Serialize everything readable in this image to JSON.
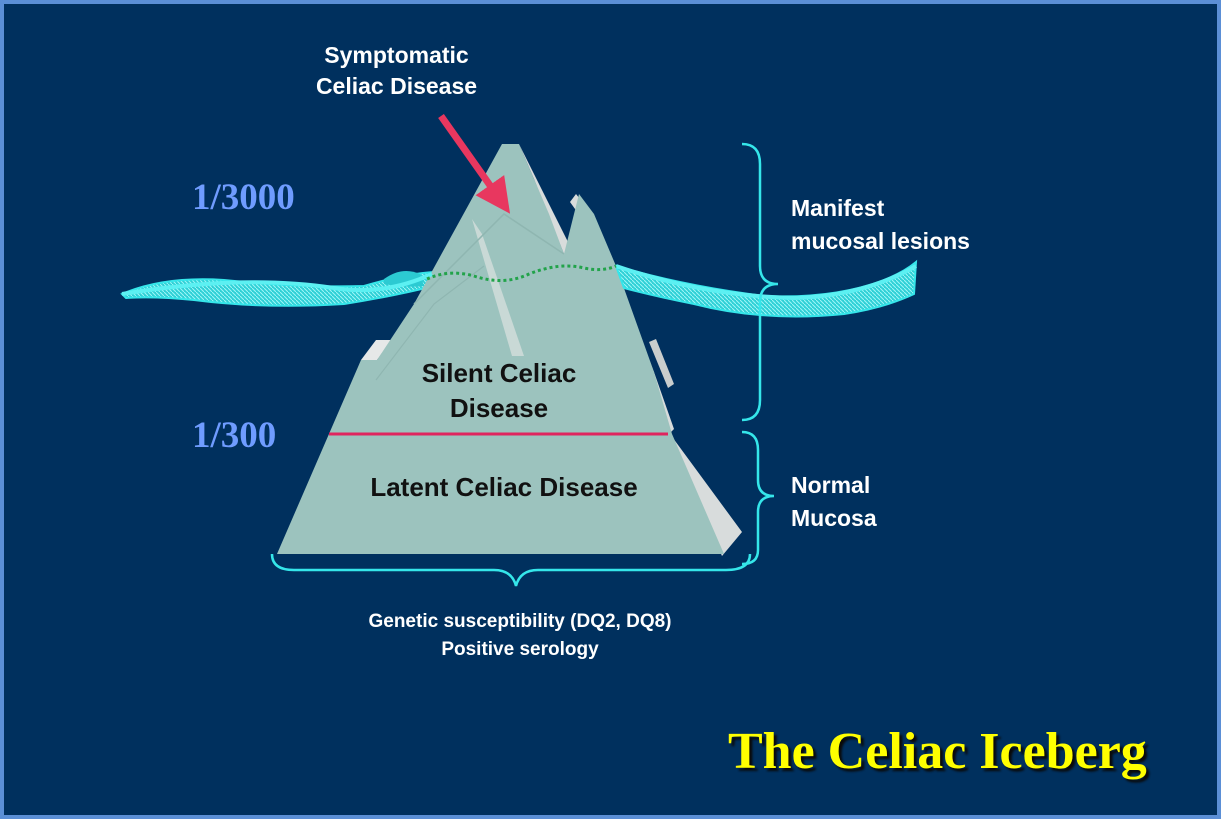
{
  "slide": {
    "title": "The Celiac Iceberg"
  },
  "iceberg": {
    "symptomatic_lines": [
      "Symptomatic",
      "Celiac Disease"
    ],
    "silent_lines": [
      "Silent Celiac",
      "Disease"
    ],
    "latent_label": "Latent Celiac Disease"
  },
  "ratios": {
    "upper": "1/3000",
    "lower": "1/300"
  },
  "braces": {
    "manifest_lines": [
      "Manifest",
      "mucosal lesions"
    ],
    "normal_lines": [
      "Normal",
      "Mucosa"
    ],
    "bottom_lines": [
      "Genetic susceptibility (DQ2, DQ8)",
      "Positive serology"
    ]
  },
  "colors": {
    "background": "#00305e",
    "border": "#5b8fd6",
    "iceberg_face": "#9cc3be",
    "iceberg_side": "#d8dcdc",
    "water": "#35e6ea",
    "arrow": "#e8375f",
    "divider": "#e0245e",
    "waterline_dots": "#22a34a",
    "ratio_text": "#6f9cff",
    "title_text": "#ffff00"
  }
}
